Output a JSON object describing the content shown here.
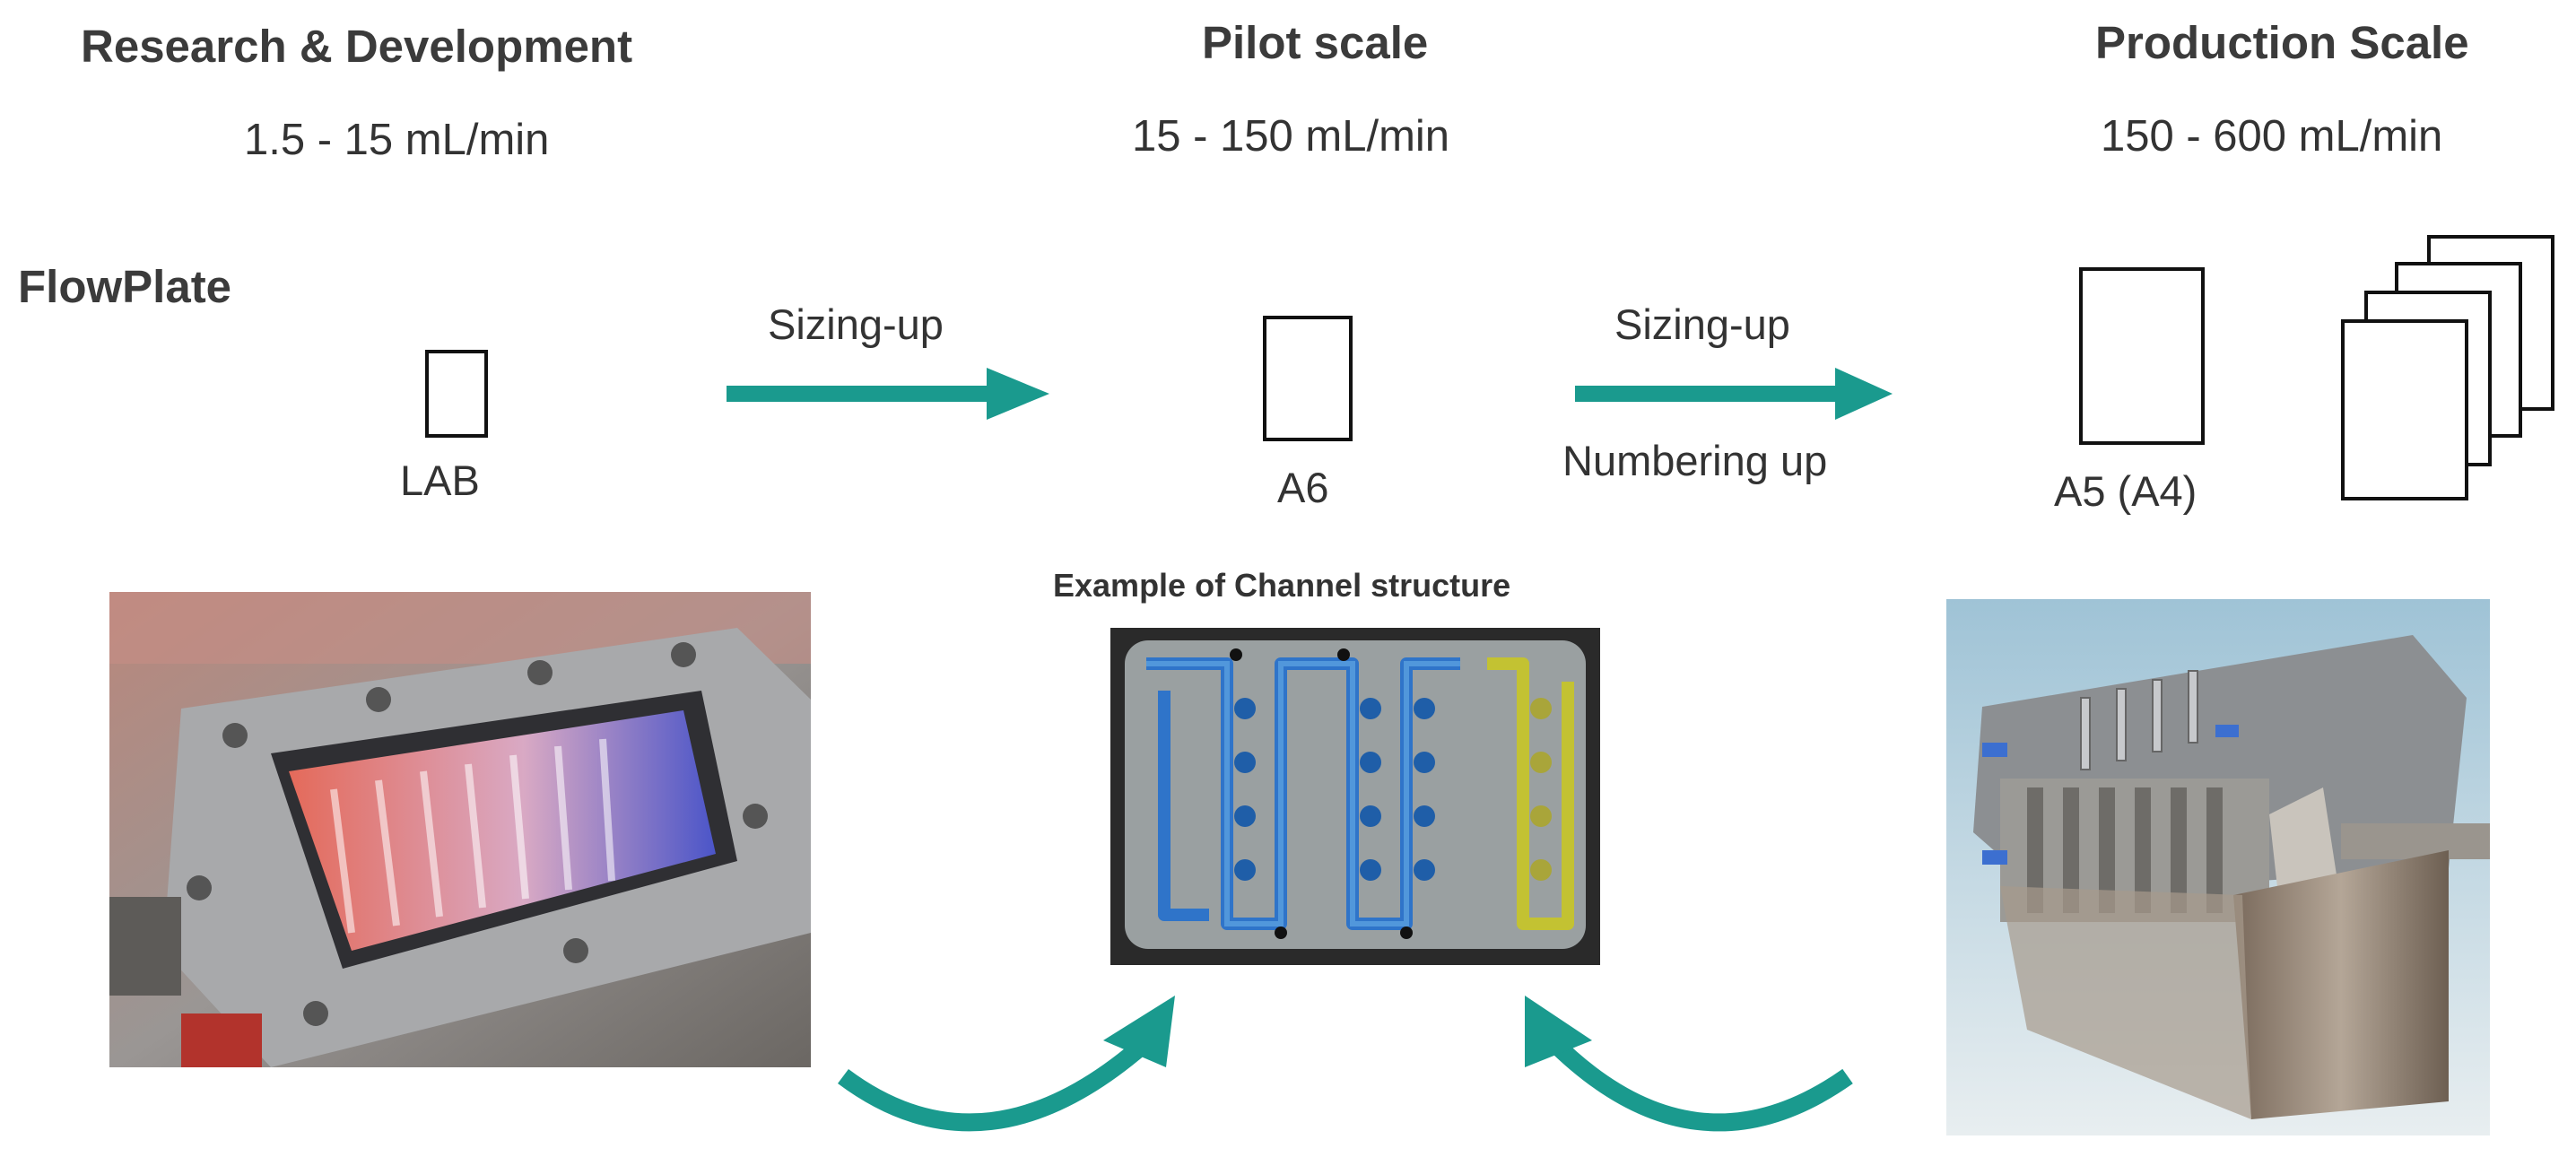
{
  "columns": {
    "rd": {
      "title": "Research & Development",
      "rate": "1.5 - 15 mL/min"
    },
    "pilot": {
      "title": "Pilot scale",
      "rate": "15 - 150 mL/min"
    },
    "production": {
      "title": "Production Scale",
      "rate": "150 - 600 mL/min"
    }
  },
  "row_label": "FlowPlate",
  "plates": {
    "lab": "LAB",
    "a6": "A6",
    "a5": "A5 (A4)"
  },
  "arrows": {
    "first": "Sizing-up",
    "second_top": "Sizing-up",
    "second_bottom": "Numbering up"
  },
  "channel_caption": "Example of Channel structure",
  "colors": {
    "arrow": "#1a9a8e",
    "plate_border": "#111111"
  }
}
